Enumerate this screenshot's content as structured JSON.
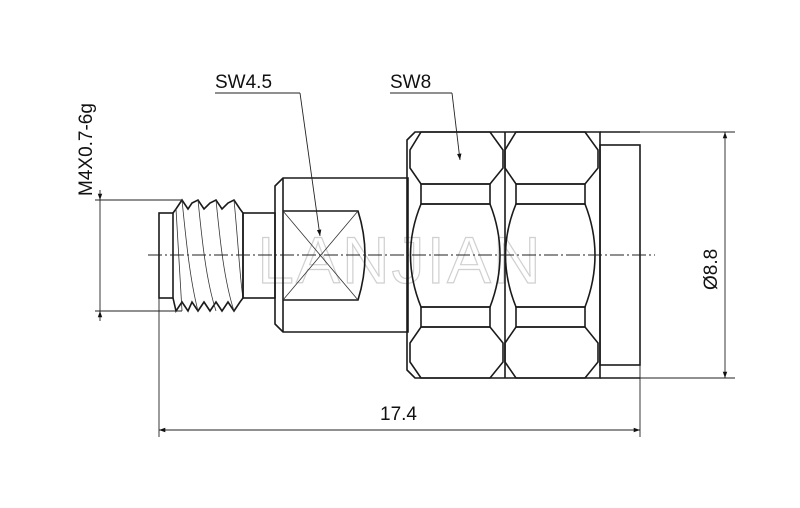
{
  "drawing": {
    "labels": {
      "thread": "M4X0.7-6g",
      "wrench_small": "SW4.5",
      "wrench_large": "SW8",
      "length": "17.4",
      "diameter": "Ø8.8"
    },
    "watermark": "LANJIAN"
  }
}
